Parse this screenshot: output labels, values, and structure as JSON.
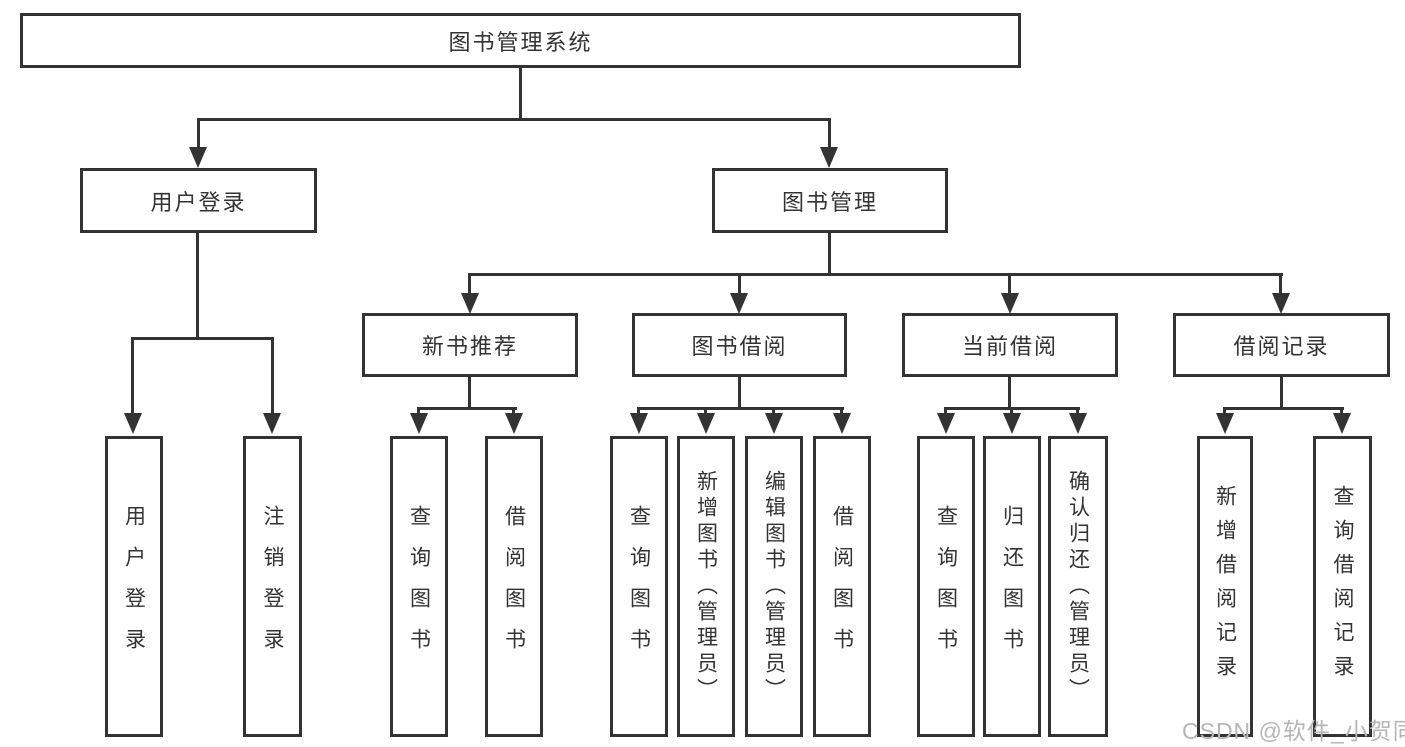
{
  "diagram": {
    "root": {
      "label": "图书管理系统"
    },
    "level2": [
      {
        "label": "用户登录"
      },
      {
        "label": "图书管理"
      }
    ],
    "level3": [
      {
        "label": "新书推荐"
      },
      {
        "label": "图书借阅"
      },
      {
        "label": "当前借阅"
      },
      {
        "label": "借阅记录"
      }
    ],
    "leaves": {
      "user": [
        "用户登录",
        "注销登录"
      ],
      "new_books": [
        "查询图书",
        "借阅图书"
      ],
      "book_borrow": [
        "查询图书",
        "新增图书（管理员）",
        "编辑图书（管理员）",
        "借阅图书"
      ],
      "current_borrow": [
        "查询图书",
        "归还图书",
        "确认归还（管理员）"
      ],
      "borrow_records": [
        "新增借阅记录",
        "查询借阅记录"
      ]
    }
  },
  "watermark": {
    "text": "CSDN @软件_小贺同学"
  },
  "colors": {
    "line": "#333333",
    "text": "#333333",
    "watermark": "#b6b6b6",
    "background": "#ffffff"
  }
}
